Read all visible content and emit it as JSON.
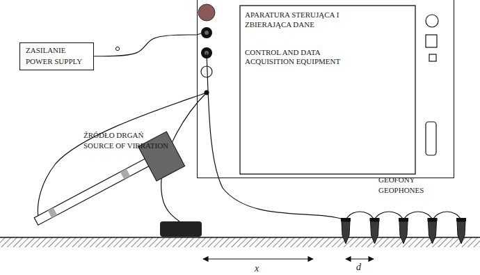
{
  "diagram": {
    "nodes": [
      {
        "text": [
          "ZASILANIE",
          "POWER SUPPLY"
        ]
      },
      {
        "text": [
          "APARATURA STERUJĄCA I ZBIERAJĄCA DANE",
          "CONTROL AND DATA ACQUISITION EQUIPMENT"
        ]
      }
    ],
    "edges": [
      {
        "from": 0,
        "to": 1,
        "arrow": "none"
      }
    ],
    "labels": [
      "ŹRÓDŁO DRGAŃ",
      "SOURCE OF VIBRATION",
      "GEOFONY",
      "GEOPHONES",
      "x",
      "d"
    ]
  }
}
